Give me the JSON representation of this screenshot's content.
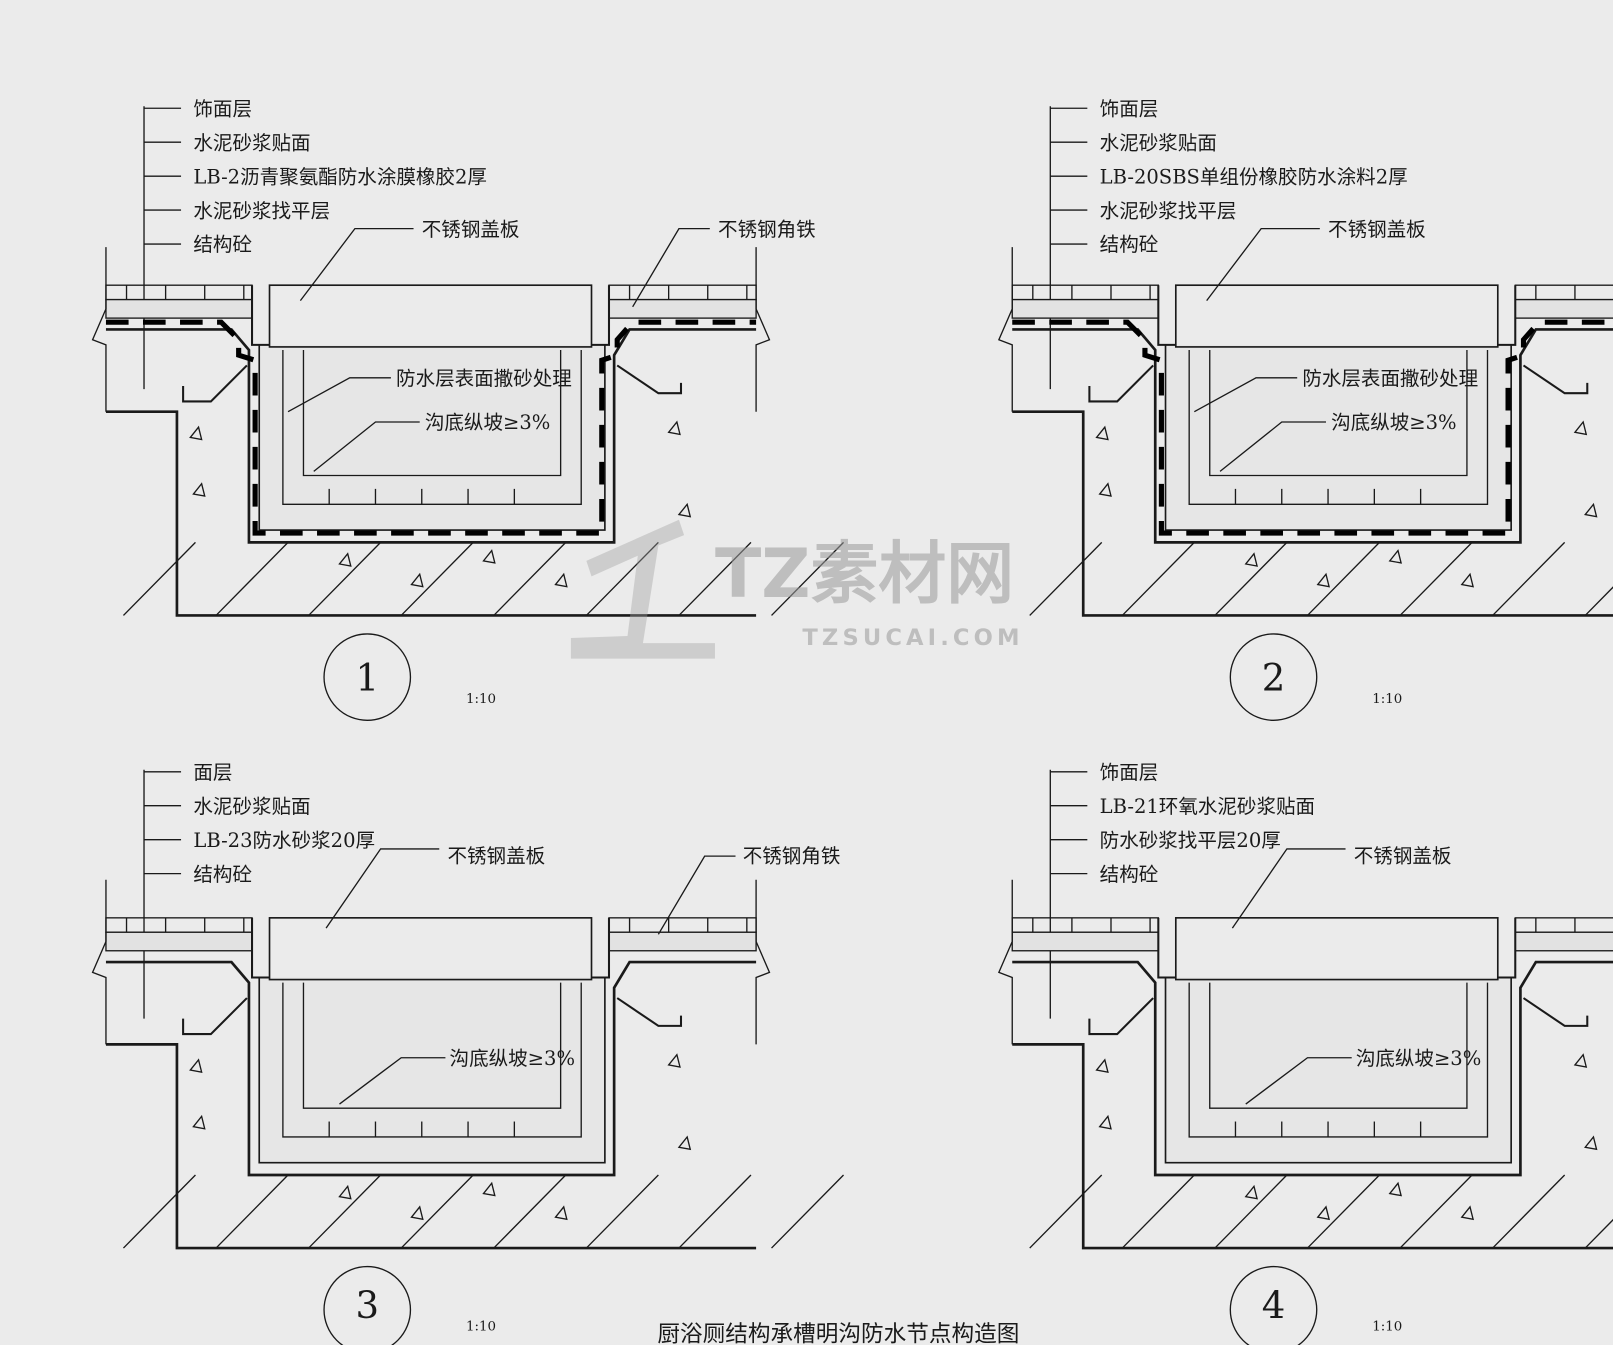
{
  "title": "厨浴厕结构承槽明沟防水节点构造图",
  "watermark": {
    "logo": "TZ素材网",
    "url": "TZSUCAI.COM"
  },
  "colors": {
    "paper": "#ebebeb",
    "ink": "#1a1a1a",
    "membrane": "#000000"
  },
  "panels": [
    {
      "number": "1",
      "scale": "1:10",
      "layers": [
        "饰面层",
        "水泥砂浆贴面",
        "LB-2沥青聚氨酯防水涂膜橡胶2厚",
        "水泥砂浆找平层",
        "结构砼"
      ],
      "cover": "不锈钢盖板",
      "angle_iron": "不锈钢角铁",
      "sand": "防水层表面撒砂处理",
      "slope": "沟底纵坡≥3%"
    },
    {
      "number": "2",
      "scale": "1:10",
      "layers": [
        "饰面层",
        "水泥砂浆贴面",
        "LB-20SBS单组份橡胶防水涂料2厚",
        "水泥砂浆找平层",
        "结构砼"
      ],
      "cover": "不锈钢盖板",
      "sand": "防水层表面撒砂处理",
      "slope": "沟底纵坡≥3%"
    },
    {
      "number": "3",
      "scale": "1:10",
      "layers": [
        "面层",
        "水泥砂浆贴面",
        "LB-23防水砂浆20厚",
        "结构砼"
      ],
      "cover": "不锈钢盖板",
      "angle_iron": "不锈钢角铁",
      "slope": "沟底纵坡≥3%"
    },
    {
      "number": "4",
      "scale": "1:10",
      "layers": [
        "饰面层",
        "LB-21环氧水泥砂浆贴面",
        "防水砂浆找平层20厚",
        "结构砼"
      ],
      "cover": "不锈钢盖板",
      "slope": "沟底纵坡≥3%"
    }
  ]
}
